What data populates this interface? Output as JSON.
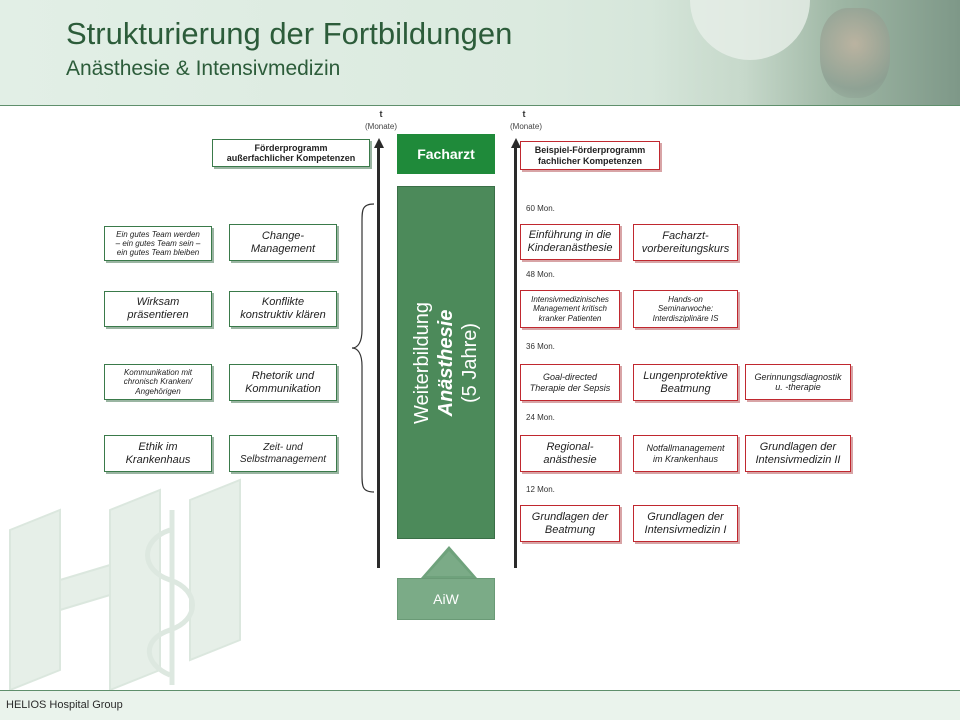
{
  "header": {
    "title": "Strukturierung der Fortbildungen",
    "subtitle": "Anästhesie & Intensivmedizin"
  },
  "footer": {
    "text": "HELIOS Hospital Group"
  },
  "axes": {
    "left": {
      "t": "t",
      "unit": "(Monate)"
    },
    "right": {
      "t": "t",
      "unit": "(Monate)"
    }
  },
  "center": {
    "facharzt": "Facharzt",
    "weiterbildung": [
      "Weiterbildung",
      "Anästhesie",
      "(5 Jahre)"
    ],
    "aiw": "AiW"
  },
  "left_program": {
    "title": [
      "Förderprogramm",
      "außerfachlicher Kompetenzen"
    ],
    "outer": [
      [
        "Ein gutes Team werden",
        "– ein gutes Team sein –",
        "ein gutes Team bleiben"
      ],
      [
        "Wirksam",
        "präsentieren"
      ],
      [
        "Kommunikation mit",
        "chronisch Kranken/",
        "Angehörigen"
      ],
      [
        "Ethik im",
        "Krankenhaus"
      ]
    ],
    "inner": [
      [
        "Change-",
        "Management"
      ],
      [
        "Konflikte",
        "konstruktiv klären"
      ],
      [
        "Rhetorik und",
        "Kommunikation"
      ],
      [
        "Zeit- und",
        "Selbstmanagement"
      ]
    ]
  },
  "right_program": {
    "title": [
      "Beispiel-Förderprogramm",
      "fachlicher Kompetenzen"
    ],
    "months": [
      "60 Mon.",
      "48 Mon.",
      "36 Mon.",
      "24 Mon.",
      "12 Mon."
    ],
    "rows": [
      [
        [
          "Einführung in die",
          "Kinderanästhesie"
        ],
        [
          "Facharzt-",
          "vorbereitungskurs"
        ]
      ],
      [
        [
          "Intensivmedizinisches",
          "Management kritisch",
          "kranker Patienten"
        ],
        [
          "Hands-on",
          "Seminarwoche:",
          "Interdisziplinäre IS"
        ]
      ],
      [
        [
          "Goal-directed",
          "Therapie der Sepsis"
        ],
        [
          "Lungenprotektive",
          "Beatmung"
        ],
        [
          "Gerinnungsdiagnostik",
          "u. -therapie"
        ]
      ],
      [
        [
          "Regional-",
          "anästhesie"
        ],
        [
          "Notfallmanagement",
          "im Krankenhaus"
        ],
        [
          "Grundlagen der",
          "Intensivmedizin II"
        ]
      ],
      [
        [
          "Grundlagen der",
          "Beatmung"
        ],
        [
          "Grundlagen der",
          "Intensivmedizin I"
        ]
      ]
    ]
  },
  "colors": {
    "title": "#2c5c3a",
    "green_box": "#3a7a4a",
    "red_box": "#c0282f",
    "facharzt": "#1f8a3a",
    "weiterbildung": "#4c8a5a",
    "aiw": "#7bab87"
  }
}
